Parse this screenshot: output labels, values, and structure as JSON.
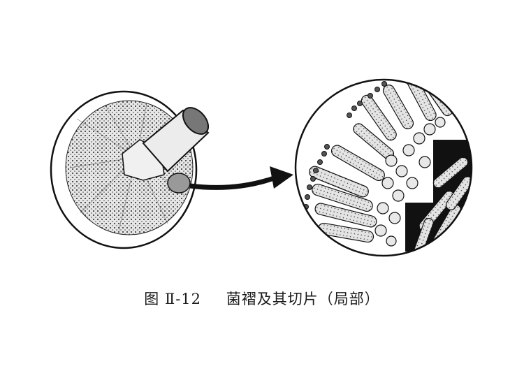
{
  "figure": {
    "number": "图 Ⅱ-12",
    "title": "菌褶及其切片（局部）",
    "panels": [
      {
        "id": "mushroom-cap-underside",
        "description": "Underside of mushroom cap showing radiating gills with cut stipe"
      },
      {
        "id": "gill-section-magnified",
        "description": "Magnified circular section of gill showing basidia with spores and trama hyphae"
      }
    ],
    "arrow": {
      "from": "mushroom-cap-underside",
      "to": "gill-section-magnified"
    },
    "colors": {
      "ink": "#111111",
      "paper": "#ffffff",
      "shade": "#d9d9d9"
    }
  }
}
